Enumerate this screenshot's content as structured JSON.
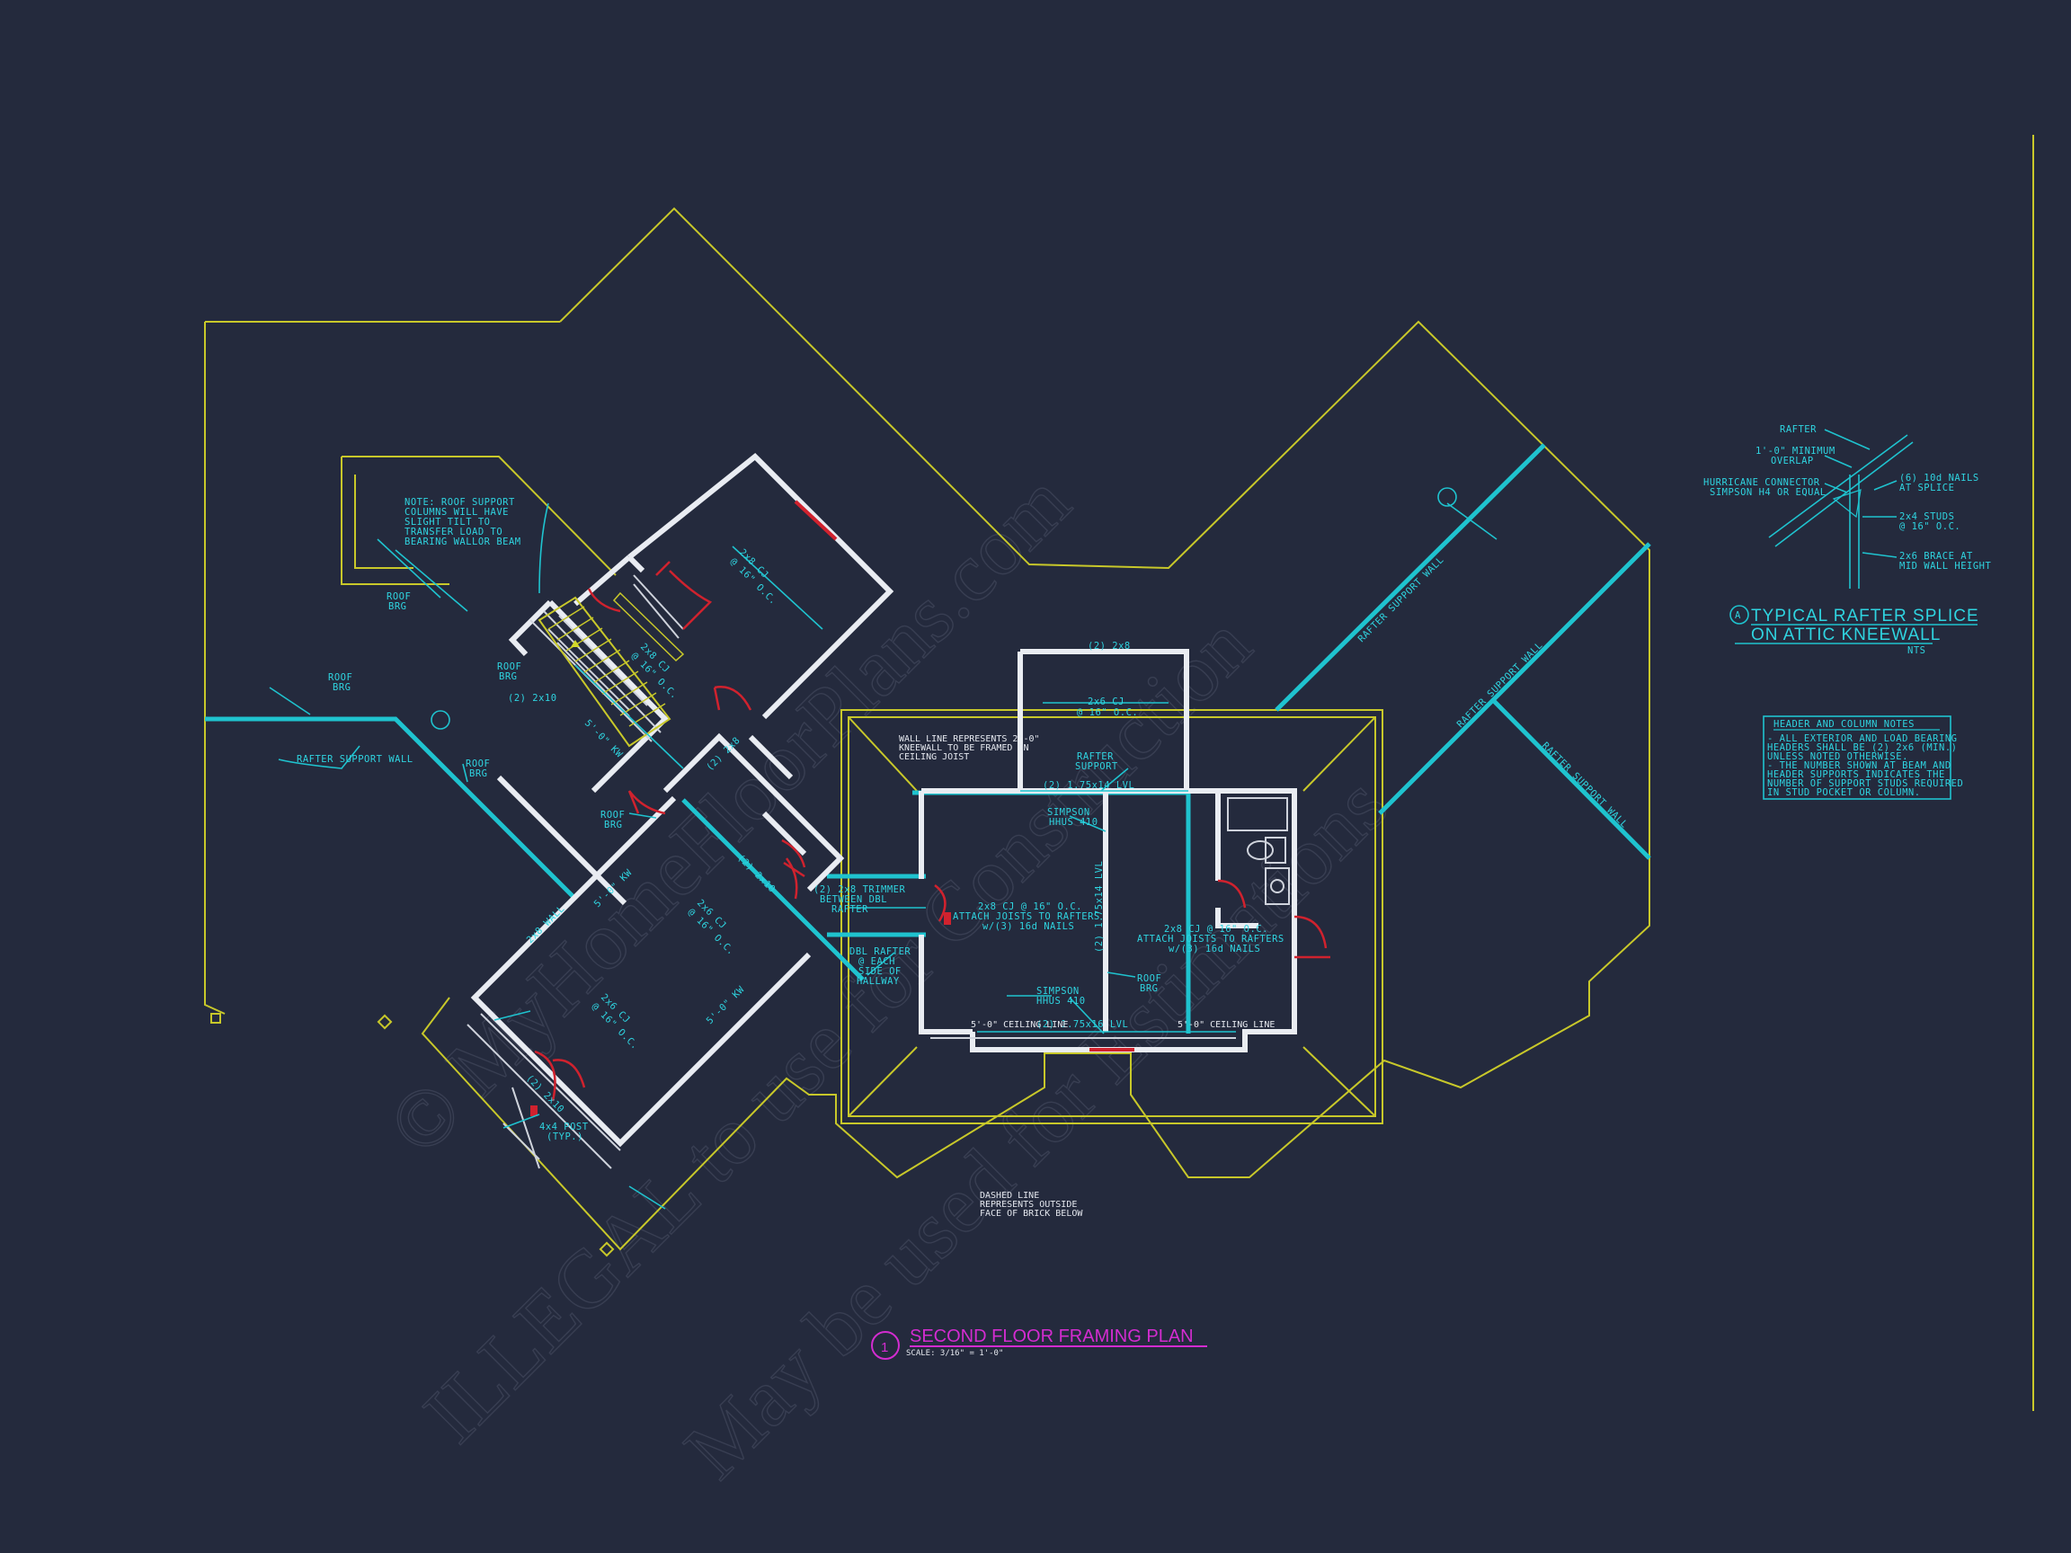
{
  "title": {
    "number": "1",
    "text": "SECOND FLOOR FRAMING PLAN",
    "scale": "SCALE: 3/16\" = 1'-0\""
  },
  "detail": {
    "marker": "A",
    "title_line1": "TYPICAL RAFTER SPLICE",
    "title_line2": "ON ATTIC KNEEWALL",
    "nts": "NTS",
    "labels": {
      "rafter": "RAFTER",
      "overlap1": "1'-0\" MINIMUM",
      "overlap2": "OVERLAP",
      "hurricane1": "HURRICANE CONNECTOR",
      "hurricane2": "SIMPSON H4 OR EQUAL",
      "nails1": "(6) 10d NAILS",
      "nails2": "AT SPLICE",
      "studs1": "2x4 STUDS",
      "studs2": "@ 16\" O.C.",
      "brace1": "2x6 BRACE AT",
      "brace2": "MID WALL HEIGHT"
    }
  },
  "header_notes": {
    "title": "HEADER AND COLUMN NOTES",
    "lines": [
      "- ALL EXTERIOR AND LOAD BEARING",
      "HEADERS SHALL BE (2) 2x6 (MIN.)",
      "UNLESS NOTED OTHERWISE.",
      "- THE NUMBER SHOWN AT BEAM AND",
      "HEADER SUPPORTS INDICATES THE",
      "NUMBER OF SUPPORT STUDS REQUIRED",
      "IN STUD POCKET OR COLUMN."
    ]
  },
  "plan_labels": {
    "note1": "NOTE: ROOF SUPPORT",
    "note2": "COLUMNS WILL HAVE",
    "note3": "SLIGHT TILT TO",
    "note4": "TRANSFER LOAD TO",
    "note5": "BEARING WALLOR BEAM",
    "roof_brg": "ROOF BRG",
    "roof": "ROOF",
    "brg": "BRG",
    "rafter_support_wall": "RAFTER SUPPORT WALL",
    "two_2x10": "(2) 2x10",
    "two_2x8": "(2) 2x8",
    "two_2x6": "(2) 2x6",
    "cj_2x8": "2x8 CJ",
    "cj_2x6": "2x6 CJ",
    "at16": "@ 16\" O.C.",
    "lvl_175x14": "(2) 1.75x14 LVL",
    "lvl_175x16": "(2) 1.75x16 LVL",
    "rafter_support1": "RAFTER",
    "rafter_support2": "SUPPORT",
    "simpson1": "SIMPSON",
    "simpson2": "HHUS 410",
    "trimmer1": "(2) 2x8 TRIMMER",
    "trimmer2": "BETWEEN DBL",
    "trimmer3": "RAFTER",
    "dbl1": "DBL RAFTER",
    "dbl2": "@ EACH",
    "dbl3": "SIDE OF",
    "dbl4": "HALLWAY",
    "attach1": "2x8 CJ @ 16\" O.C.",
    "attach2": "ATTACH JOISTS TO RAFTERS",
    "attach3": "w/(3) 16d NAILS",
    "wall_line1": "WALL LINE REPRESENTS 2'-0\"",
    "wall_line2": "KNEEWALL TO BE FRAMED ON",
    "wall_line3": "CEILING JOIST",
    "dashed1": "DASHED LINE",
    "dashed2": "REPRESENTS OUTSIDE",
    "dashed3": "FACE OF BRICK BELOW",
    "post1": "4x4 POST",
    "post2": "(TYP.)",
    "ceiling_line": "5'-0\" CEILING LINE",
    "two_x8_wall": "2x8 WALL",
    "kw": "5'-0\" KW"
  },
  "watermark": {
    "line1": "© MyHomeFloorPlans.com",
    "line2": "ILLEGAL to use for Construction",
    "line3": "May be used for Estimations"
  }
}
